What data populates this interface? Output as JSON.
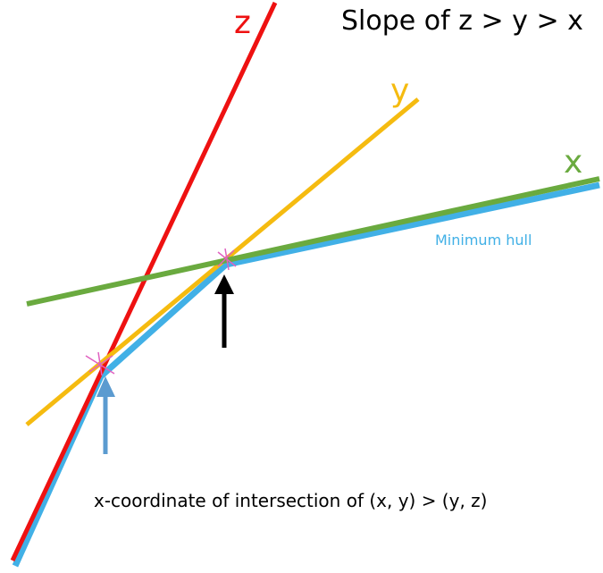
{
  "heading": "Slope of z > y > x",
  "caption": "x-coordinate of intersection of (x, y) > (y, z)",
  "lines": {
    "z": {
      "label": "z",
      "color": "#ee1111"
    },
    "y": {
      "label": "y",
      "color": "#f5bb10"
    },
    "x": {
      "label": "x",
      "color": "#6aaa3f"
    }
  },
  "hull": {
    "label": "Minimum hull",
    "color": "#41b0e6"
  },
  "markers": {
    "intersection_color": "#e060c0",
    "arrow_upper_color": "#000000",
    "arrow_lower_color": "#5b9bd0"
  }
}
